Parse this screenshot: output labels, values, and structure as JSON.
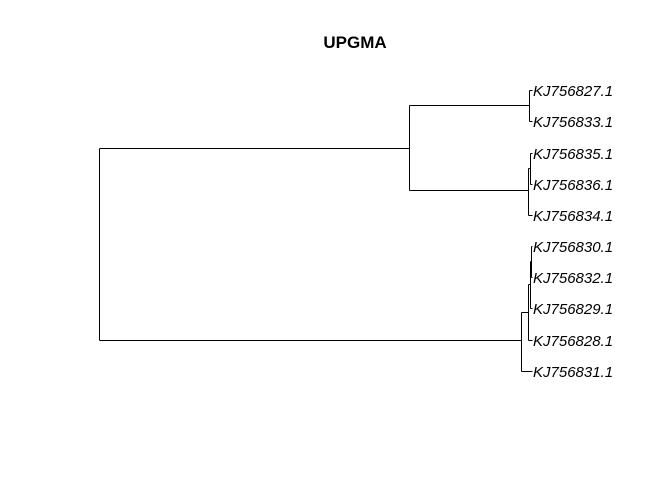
{
  "title": "UPGMA",
  "tree": {
    "method": "UPGMA",
    "orientation": "rightward",
    "tips": [
      "KJ756827.1",
      "KJ756833.1",
      "KJ756835.1",
      "KJ756836.1",
      "KJ756834.1",
      "KJ756830.1",
      "KJ756832.1",
      "KJ756829.1",
      "KJ756828.1",
      "KJ756831.1"
    ],
    "topology": [
      [
        [
          0,
          1
        ],
        [
          [
            2,
            3
          ],
          4
        ]
      ],
      [
        [
          [
            [
              5,
              6
            ],
            7
          ],
          8
        ],
        9
      ]
    ]
  }
}
